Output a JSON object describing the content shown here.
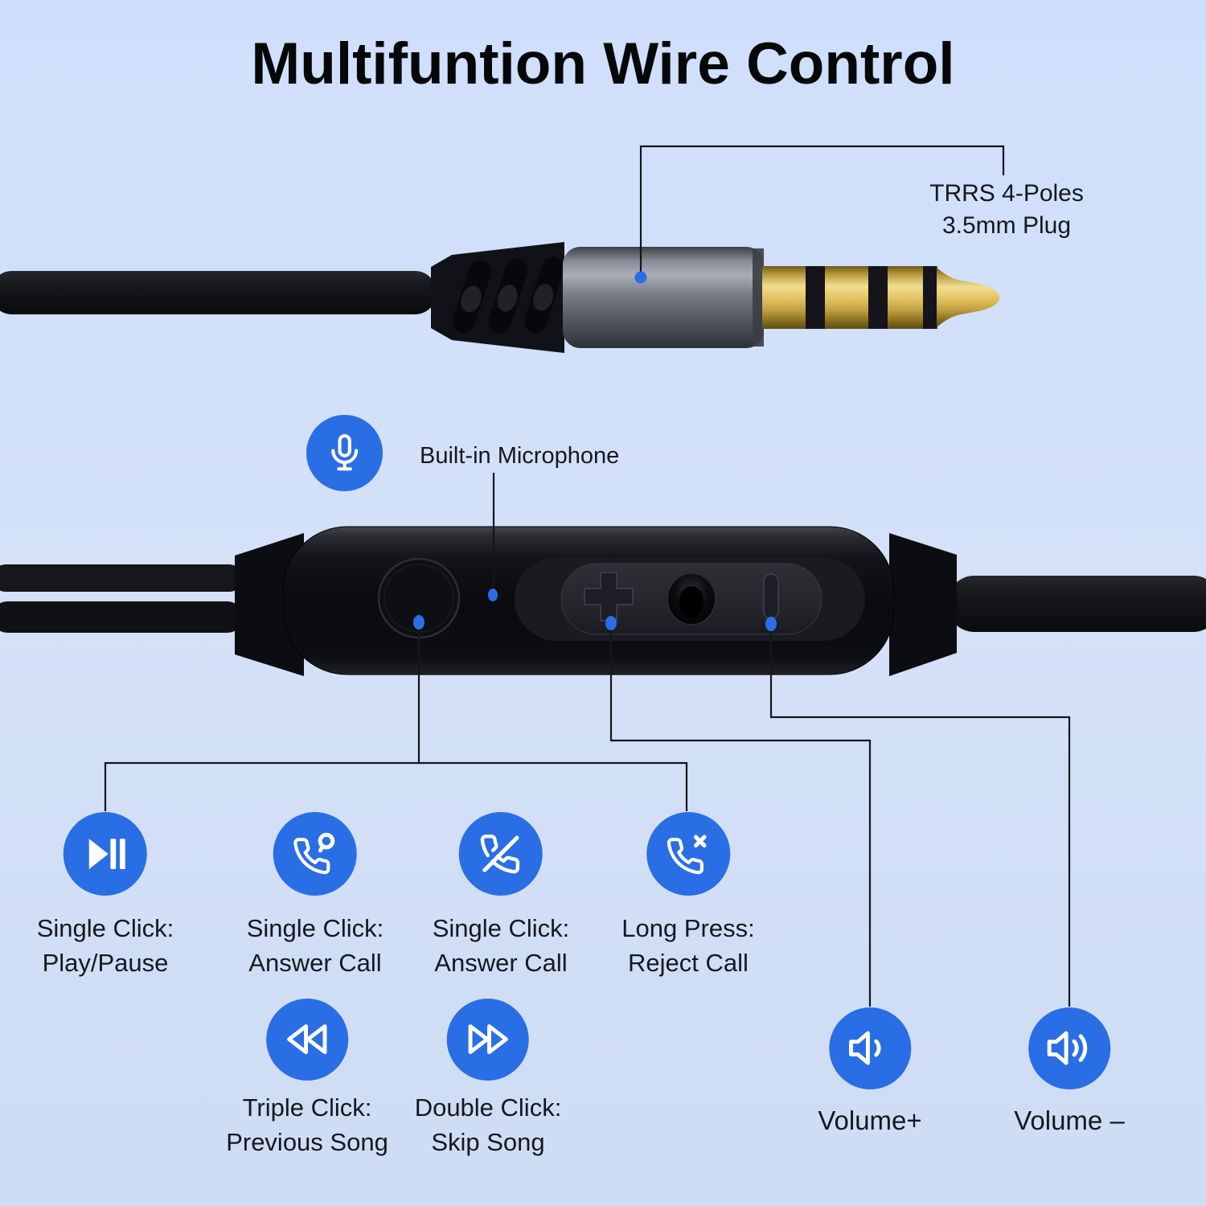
{
  "title": "Multifuntion Wire Control",
  "colors": {
    "accent": "#2a6ee5",
    "line": "#14161a",
    "text": "#15181d",
    "background": "#d2e0f8",
    "plug_gold": "#d8b658",
    "device_black": "#0d0e11",
    "barrel_gray": "#7e848e"
  },
  "plug_callout": {
    "label_line1": "TRRS 4-Poles",
    "label_line2": "3.5mm Plug",
    "icon": "audio-jack-plug"
  },
  "microphone_callout": {
    "label": "Built-in Microphone",
    "icon": "microphone-icon"
  },
  "features": [
    {
      "icon": "play-pause-icon",
      "line1": "Single Click:",
      "line2": "Play/Pause"
    },
    {
      "icon": "phone-answer-icon",
      "line1": "Single Click:",
      "line2": "Answer Call"
    },
    {
      "icon": "phone-slash-icon",
      "line1": "Single Click:",
      "line2": "Answer Call"
    },
    {
      "icon": "phone-reject-icon",
      "line1": "Long Press:",
      "line2": "Reject Call"
    },
    {
      "icon": "rewind-icon",
      "line1": "Triple Click:",
      "line2": "Previous Song"
    },
    {
      "icon": "fast-forward-icon",
      "line1": "Double Click:",
      "line2": "Skip Song"
    },
    {
      "icon": "volume-up-icon",
      "line1": "Volume+"
    },
    {
      "icon": "volume-down-icon",
      "line1": "Volume –"
    }
  ]
}
